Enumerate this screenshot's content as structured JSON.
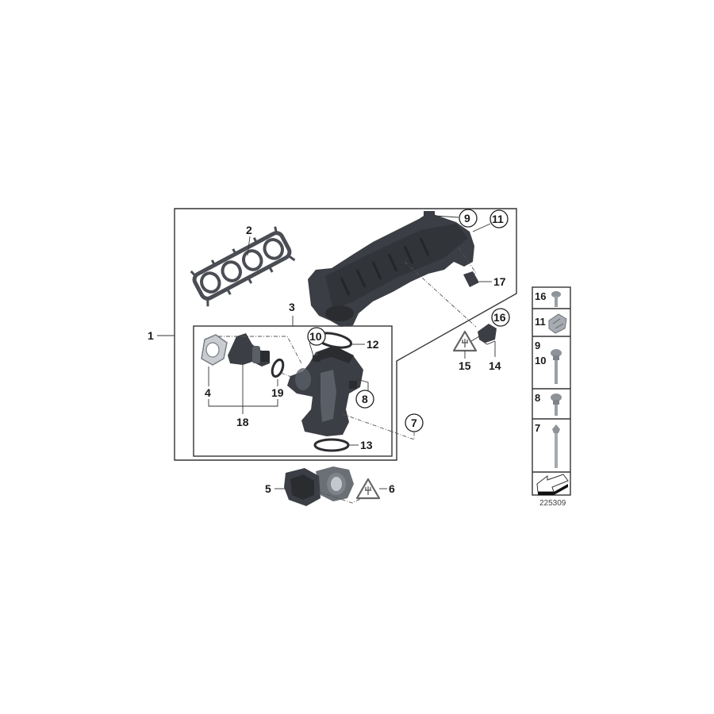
{
  "diagram": {
    "type": "exploded-parts-diagram",
    "subject": "Intake manifold assembly",
    "reference_number": "225309",
    "colors": {
      "frame": "#333333",
      "part_dark": "#3b3e44",
      "part_light": "#9aa0a8",
      "label": "#1a1a1a",
      "background": "#ffffff"
    },
    "callouts": {
      "c1": "1",
      "c2": "2",
      "c3": "3",
      "c4": "4",
      "c5": "5",
      "c6": "6",
      "c7": "7",
      "c8": "8",
      "c9": "9",
      "c10": "10",
      "c11": "11",
      "c12": "12",
      "c13": "13",
      "c14": "14",
      "c15": "15",
      "c16": "16",
      "c17": "17",
      "c18": "18",
      "c19": "19"
    },
    "parts": [
      {
        "number": "1",
        "name": "intake-manifold-assembly"
      },
      {
        "number": "2",
        "name": "manifold-gasket"
      },
      {
        "number": "3",
        "name": "inlet-pipe-assembly"
      },
      {
        "number": "4",
        "name": "flange-gasket"
      },
      {
        "number": "5",
        "name": "throttle-housing"
      },
      {
        "number": "6",
        "name": "electrical-warning-symbol"
      },
      {
        "number": "7",
        "name": "bolt"
      },
      {
        "number": "8",
        "name": "bolt"
      },
      {
        "number": "9",
        "name": "bolt"
      },
      {
        "number": "10",
        "name": "bolt"
      },
      {
        "number": "11",
        "name": "clip-nut"
      },
      {
        "number": "12",
        "name": "o-ring"
      },
      {
        "number": "13",
        "name": "o-ring"
      },
      {
        "number": "14",
        "name": "sensor"
      },
      {
        "number": "15",
        "name": "electrical-warning-symbol"
      },
      {
        "number": "16",
        "name": "screw"
      },
      {
        "number": "17",
        "name": "cap"
      },
      {
        "number": "18",
        "name": "pipe-connector"
      },
      {
        "number": "19",
        "name": "o-ring"
      }
    ],
    "hardware_panel": {
      "rows": [
        {
          "labels": [
            "16"
          ],
          "part": "screw"
        },
        {
          "labels": [
            "11"
          ],
          "part": "clip-nut"
        },
        {
          "labels": [
            "9",
            "10"
          ],
          "part": "collar-bolt"
        },
        {
          "labels": [
            "8"
          ],
          "part": "collar-bolt-short"
        },
        {
          "labels": [
            "7"
          ],
          "part": "long-bolt"
        }
      ],
      "row_labels": {
        "r16": "16",
        "r11": "11",
        "r9": "9",
        "r10": "10",
        "r8": "8",
        "r7": "7"
      },
      "arrow_icon": "orientation-arrow-icon"
    }
  }
}
